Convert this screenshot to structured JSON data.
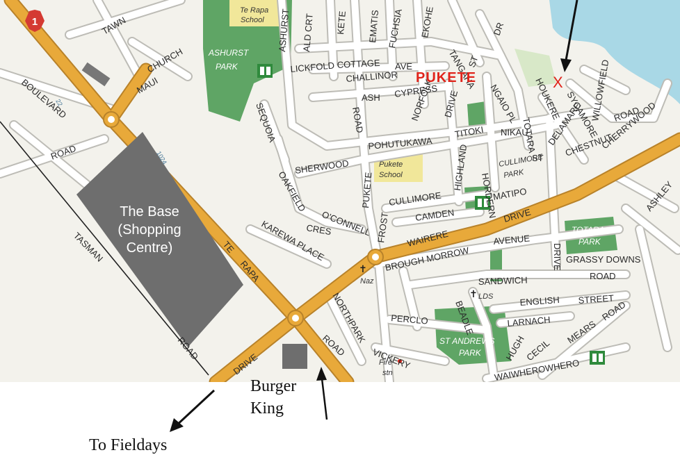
{
  "route_shield": "1",
  "suburb": "PUKETE",
  "marker": "X",
  "base_label": [
    "The Base",
    "(Shopping",
    "Centre)"
  ],
  "captions": {
    "burger_king": [
      "Burger",
      "King"
    ],
    "fieldays": "To Fieldays"
  },
  "parks": {
    "ashurst": [
      "ASHURST",
      "PARK"
    ],
    "totara": [
      "TOTARA",
      "PARK"
    ],
    "st_andrews": [
      "ST ANDREWS",
      "PARK"
    ],
    "cullimore": [
      "CULLIMORE",
      "PARK"
    ]
  },
  "schools": {
    "te_rapa": [
      "Te Rapa",
      "School"
    ],
    "pukete": [
      "Pukete",
      "School"
    ]
  },
  "streets": {
    "tawn": "TAWN",
    "church": "CHURCH",
    "maui": "MAUI",
    "boulevard": "BOULEVARD",
    "road_left": "ROAD",
    "tasman": "TASMAN",
    "road_bottom": "ROAD",
    "te_rapa": "TE",
    "rapa": "RAPA",
    "drive_bottom": "DRIVE",
    "road_right_diag": "ROAD",
    "karewa": "KAREWA PLACE",
    "northpark": "NORTHPARK",
    "oconnell": "O'CONNELL",
    "oakfield": "OAKFIELD",
    "cres": "CRES",
    "sherwood": "SHERWOOD",
    "sequoia": "SEQUOIA",
    "ashurst": "ASHURST",
    "ald_crt": "ALD CRT",
    "lickfold": "LICKFOLD",
    "cottage": "COTTAGE",
    "challinor": "CHALLINOR",
    "ash": "ASH",
    "cypress": "CYPRESS",
    "norfolk": "NORFOLK",
    "road_mid": "ROAD",
    "pohutukawa": "POHUTUKAWA",
    "titoki": "TITOKI",
    "nikau": "NIKAU",
    "puketete": "PUKETE",
    "cullimore": "CULLIMORE",
    "camden": "CAMDEN",
    "frost": "FROST",
    "wairere": "WAIRERE",
    "drive_mid": "DRIVE",
    "avenue": "AVENUE",
    "brough": "BROUGH MORROW",
    "sandwich": "SANDWICH",
    "road_sandwich": "ROAD",
    "english": "ENGLISH",
    "street": "STREET",
    "larnach": "LARNACH",
    "beadle": "BEADLE",
    "perclo": "PERCLO",
    "vickery": "VICKERY",
    "hugh": "HUGH",
    "cecil": "CECIL",
    "mears": "MEARS",
    "road_mears": "ROAD",
    "waiwherowhero": "WAIWHEROWHERO",
    "grassy": "GRASSY DOWNS",
    "drive_right": "DRIVE",
    "highland": "HIGHLAND",
    "drive_highland": "DRIVE",
    "hordern": "HORDERN",
    "matipo": "MATIPO",
    "totara": "TOTARA",
    "st": "ST",
    "houkere": "HOUKERE",
    "delamare": "DELAMARE",
    "chestnut": "CHESTNUT",
    "cherrywood": "CHERRYWOOD",
    "willowfield": "WILLOWFIELD",
    "sycamore": "SYCAMORE",
    "road_top_right": "ROAD",
    "ngaio": "NGAIO PL",
    "st_top": "ST",
    "dr_top": "DR",
    "tangaha": "TANGAHA",
    "fuchsia": "FUCHSIA",
    "ave": "AVE",
    "ematis": "EMATIS",
    "kete": "KETE",
    "ekoh": "EKOHE",
    "ashley": "ASHLEY"
  },
  "pois": {
    "naz": "Naz",
    "lds": "LDS",
    "fire": "Fire",
    "stn": "stn",
    "num_1024": "1024",
    "num_22": "22"
  },
  "colors": {
    "highway": "#e8a93a",
    "park": "#5fa565",
    "water": "#a9d8e6",
    "base": "#6e6e6e",
    "marker": "#e0241b"
  }
}
